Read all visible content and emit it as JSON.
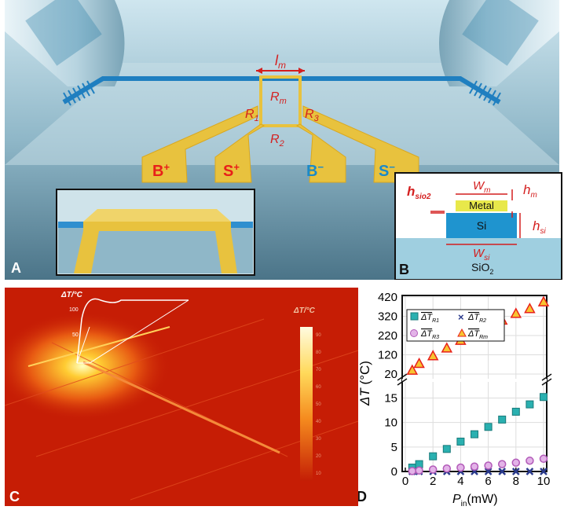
{
  "panel_a": {
    "letter": "A",
    "lm": "l",
    "lm_sub": "m",
    "Rm": "R",
    "Rm_sub": "m",
    "R1": "R",
    "R1_sub": "1",
    "R2": "R",
    "R2_sub": "2",
    "R3": "R",
    "R3_sub": "3",
    "pad_labels": [
      "B",
      "S",
      "B",
      "S"
    ],
    "pad_signs": [
      "+",
      "+",
      "−",
      "−"
    ],
    "colors": {
      "pad_red": "#e8201a",
      "pad_blue": "#1b8ac8",
      "gold": "#e8c23e",
      "label_red": "#d41f1f"
    }
  },
  "panel_b": {
    "letter": "B",
    "hsio2": "h",
    "hsio2_sub": "sio2",
    "wm": "W",
    "wm_sub": "m",
    "hm": "h",
    "hm_sub": "m",
    "metal": "Metal",
    "si": "Si",
    "hsi": "h",
    "hsi_sub": "si",
    "wsi": "W",
    "wsi_sub": "si",
    "sio2": "SiO",
    "sio2_sub": "2"
  },
  "panel_c": {
    "letter": "C",
    "dt_label_left": "ΔT/°C",
    "dt_ticks_left": [
      "100",
      "50"
    ],
    "dt_label_bar": "ΔT/°C",
    "bar_ticks": [
      "90",
      "80",
      "70",
      "60",
      "50",
      "40",
      "30",
      "20",
      "10"
    ]
  },
  "panel_d": {
    "letter": "D",
    "ylabel": "ΔT",
    "ylabel_unit": "(°C)",
    "xlabel": "P",
    "xlabel_sub": "in",
    "xlabel_unit": "(mW)",
    "legend": [
      {
        "label": "ΔT",
        "sub": "R1"
      },
      {
        "label": "ΔT",
        "sub": "R2"
      },
      {
        "label": "ΔT",
        "sub": "R3"
      },
      {
        "label": "ΔT",
        "sub": "Rm"
      }
    ]
  },
  "chart_data": {
    "type": "scatter",
    "x_ticks": [
      "0",
      "2",
      "4",
      "6",
      "8",
      "10"
    ],
    "y_ticks_lower": [
      "0",
      "5",
      "10",
      "15"
    ],
    "y_ticks_upper": [
      "20",
      "120",
      "220",
      "320",
      "420"
    ],
    "xlim": [
      0,
      10
    ],
    "ylim_lower": [
      0,
      17
    ],
    "ylim_upper": [
      20,
      420
    ],
    "x": [
      0.5,
      1,
      2,
      3,
      4,
      5,
      6,
      7,
      8,
      9,
      10
    ],
    "series": [
      {
        "name": "R1",
        "marker": "square",
        "color": "#2ab0b0",
        "values": [
          0.8,
          1.5,
          3.1,
          4.6,
          6.1,
          7.6,
          9.1,
          10.6,
          12.2,
          13.7,
          15.2
        ]
      },
      {
        "name": "R2",
        "marker": "x",
        "color": "#2a3a8c",
        "values": [
          0,
          0,
          0,
          0,
          0,
          0,
          0,
          0,
          0,
          0,
          0
        ]
      },
      {
        "name": "R3",
        "marker": "circle",
        "color": "#b25ab8",
        "values": [
          0.1,
          0.2,
          0.4,
          0.6,
          0.8,
          1.0,
          1.2,
          1.5,
          1.8,
          2.2,
          2.6
        ]
      },
      {
        "name": "Rm",
        "marker": "triangle",
        "color": "#e8201a",
        "values": [
          40,
          75,
          115,
          155,
          195,
          235,
          270,
          300,
          335,
          360,
          395
        ]
      }
    ]
  }
}
